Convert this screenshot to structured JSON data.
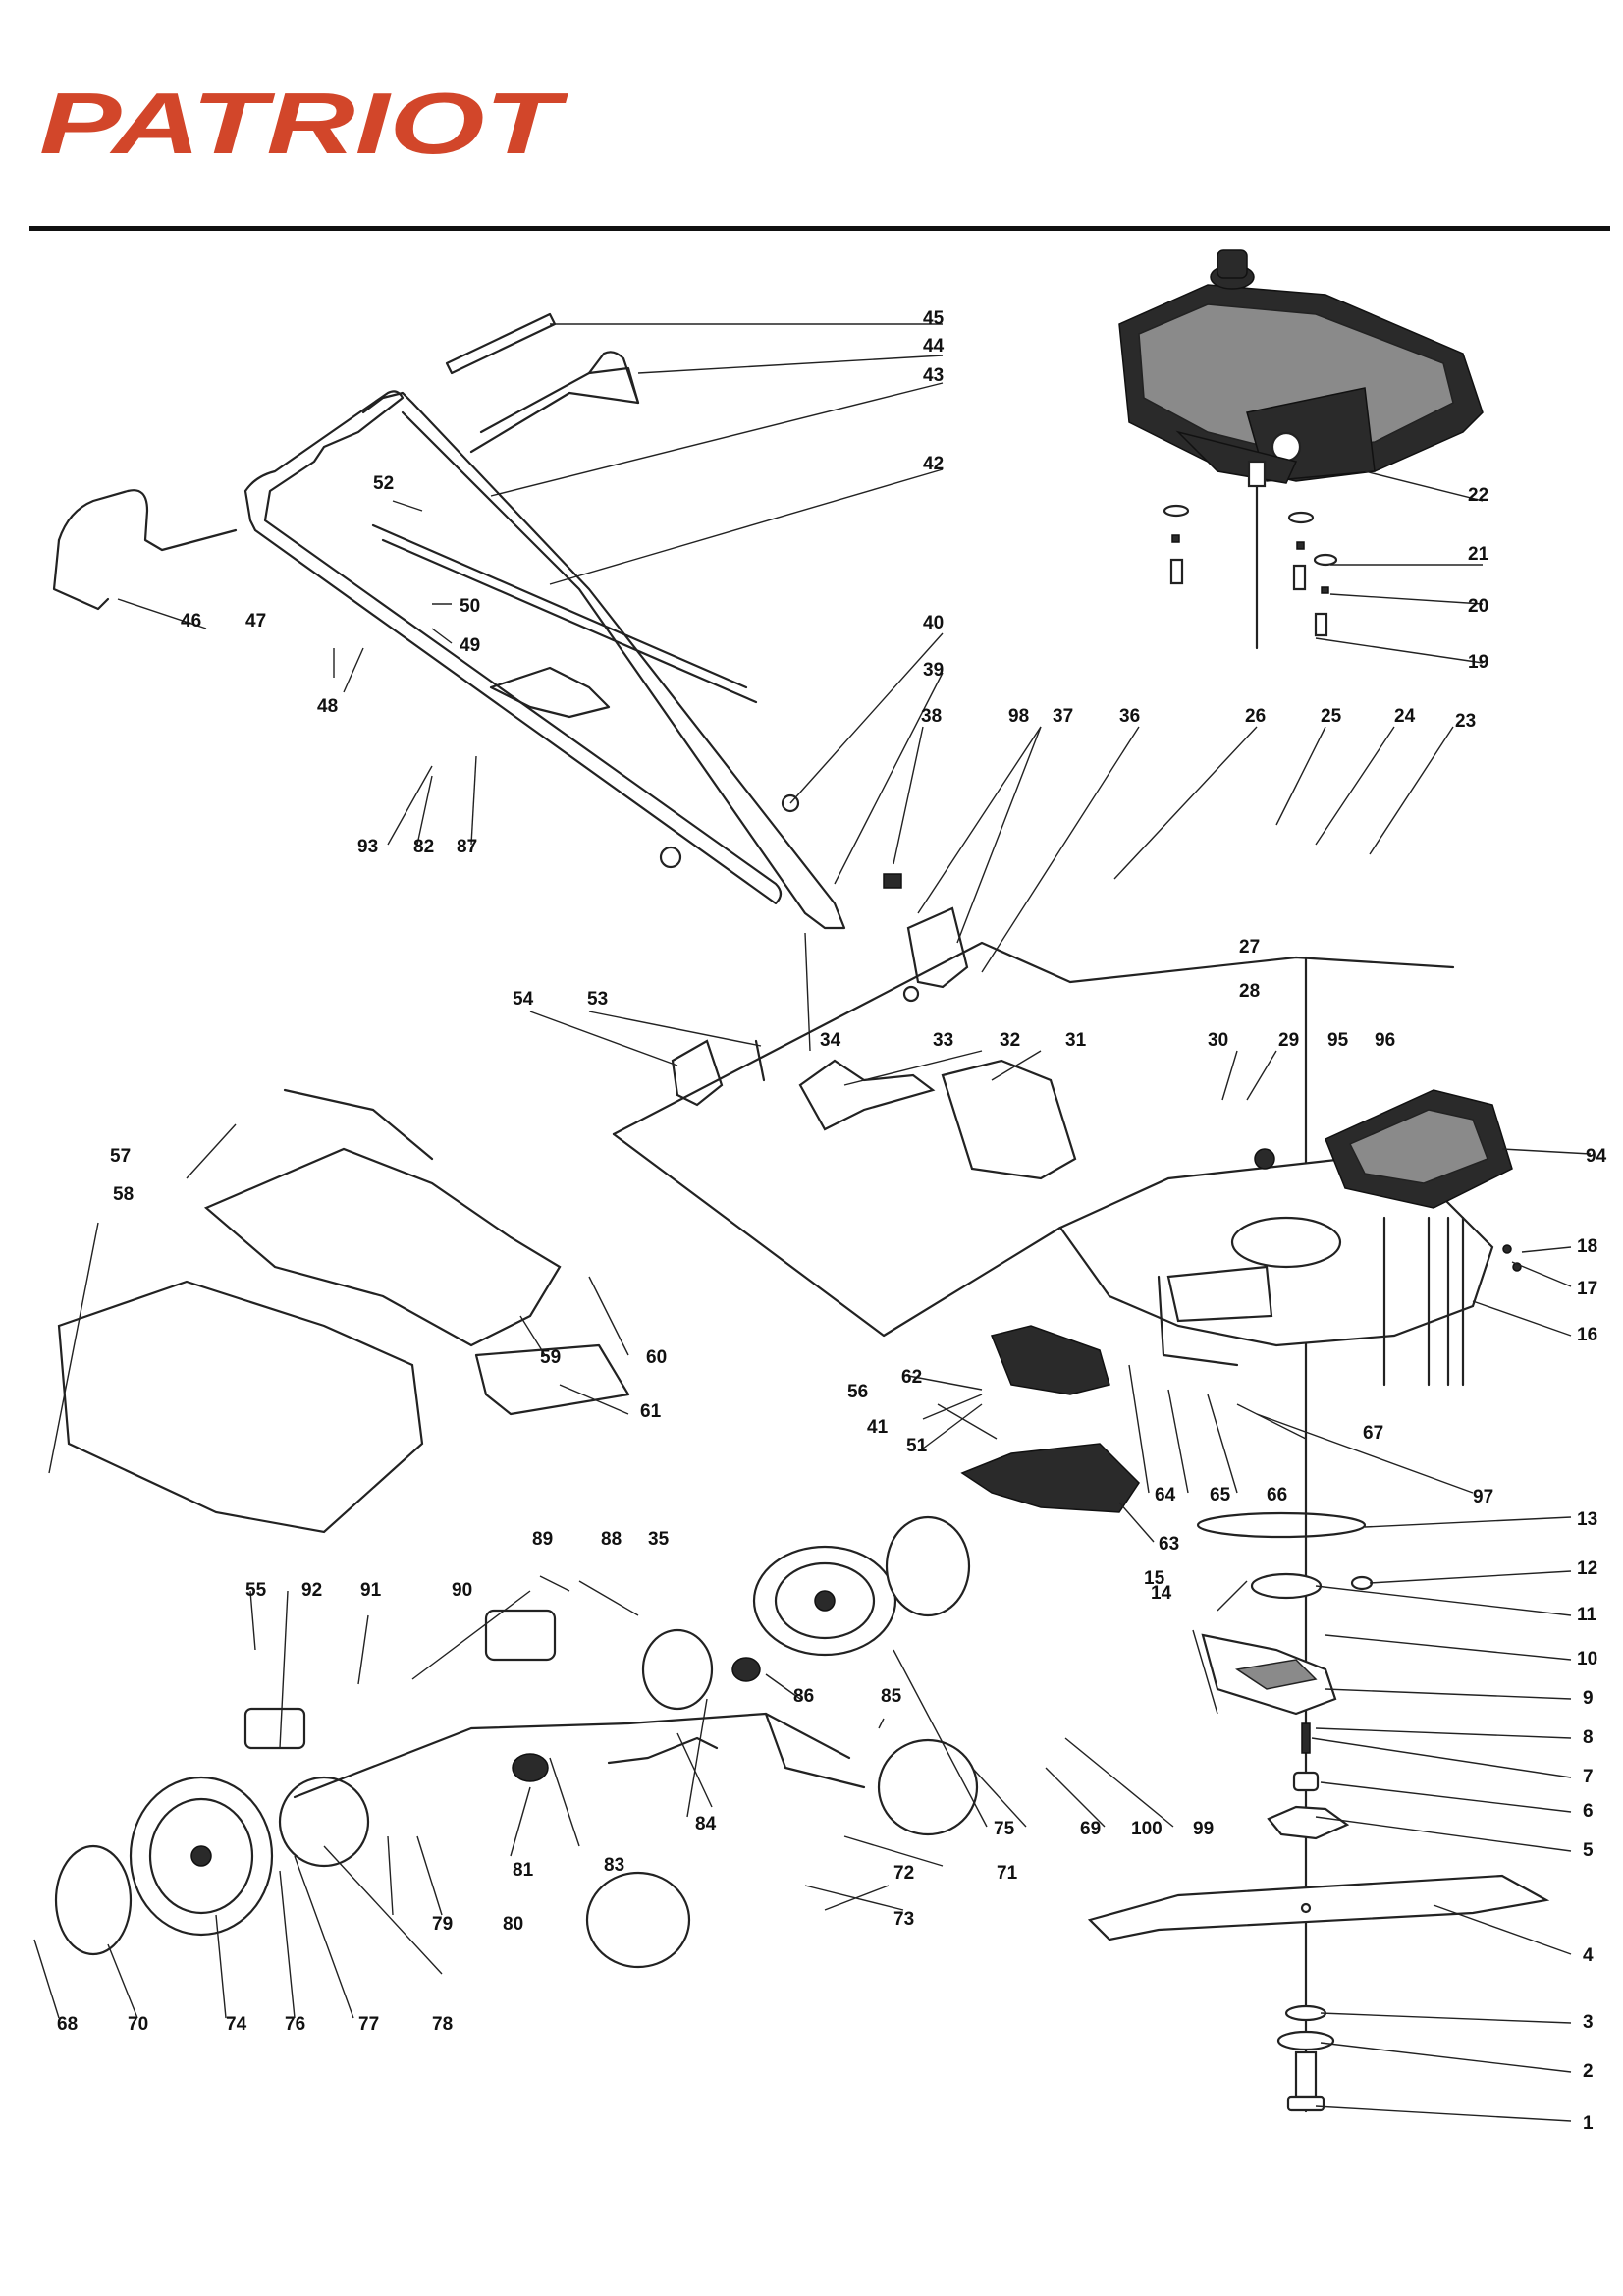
{
  "brand": {
    "name": "PATRIOT",
    "color": "#d2462a"
  },
  "diagram": {
    "type": "exploded-parts-view",
    "line_color": "#222222",
    "callouts": [
      "1",
      "2",
      "3",
      "4",
      "5",
      "6",
      "7",
      "8",
      "9",
      "10",
      "11",
      "12",
      "13",
      "14",
      "15",
      "16",
      "17",
      "18",
      "19",
      "20",
      "21",
      "22",
      "23",
      "24",
      "25",
      "26",
      "27",
      "28",
      "29",
      "30",
      "31",
      "32",
      "33",
      "34",
      "35",
      "36",
      "37",
      "38",
      "39",
      "40",
      "41",
      "42",
      "43",
      "44",
      "45",
      "46",
      "47",
      "48",
      "49",
      "50",
      "51",
      "52",
      "53",
      "54",
      "55",
      "56",
      "57",
      "58",
      "59",
      "60",
      "61",
      "62",
      "63",
      "64",
      "65",
      "66",
      "67",
      "68",
      "69",
      "70",
      "71",
      "72",
      "73",
      "74",
      "75",
      "76",
      "77",
      "78",
      "79",
      "80",
      "81",
      "82",
      "83",
      "84",
      "85",
      "86",
      "87",
      "88",
      "89",
      "90",
      "91",
      "92",
      "93",
      "94",
      "95",
      "96",
      "97",
      "98",
      "99",
      "100"
    ]
  }
}
